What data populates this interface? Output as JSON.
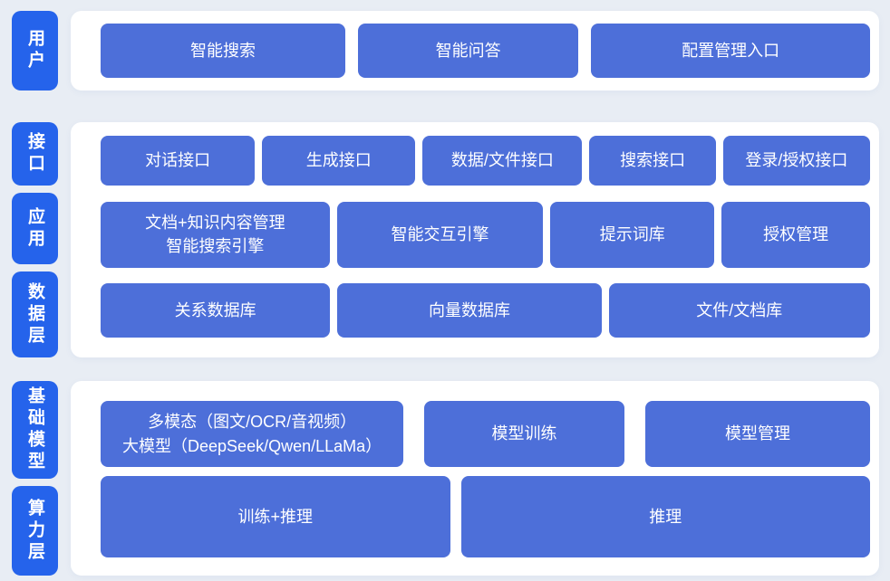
{
  "diagram_title": "AI platform layered architecture diagram",
  "colors": {
    "page_bg": "#E8EDF4",
    "panel_bg": "#FFFFFF",
    "layer_label_blue": "#2563EB",
    "block_blue": "#4D6FD9",
    "text_white": "#FFFFFF"
  },
  "user_band": {
    "label": "用户",
    "blocks": [
      "智能搜索",
      "智能问答",
      "配置管理入口"
    ]
  },
  "middle_band": {
    "labels": [
      "接口",
      "应用",
      "数据层"
    ],
    "row_interface": [
      "对话接口",
      "生成接口",
      "数据/文件接口",
      "搜索接口",
      "登录/授权接口"
    ],
    "row_application": [
      "文档+知识内容管理\n智能搜索引擎",
      "智能交互引擎",
      "提示词库",
      "授权管理"
    ],
    "row_data": [
      "关系数据库",
      "向量数据库",
      "文件/文档库"
    ]
  },
  "bottom_band": {
    "labels": [
      "基础模型",
      "算力层"
    ],
    "row_model": [
      "多模态（图文/OCR/音视频）\n大模型（DeepSeek/Qwen/LLaMa）",
      "模型训练",
      "模型管理"
    ],
    "row_compute": [
      "训练+推理",
      "推理"
    ]
  }
}
